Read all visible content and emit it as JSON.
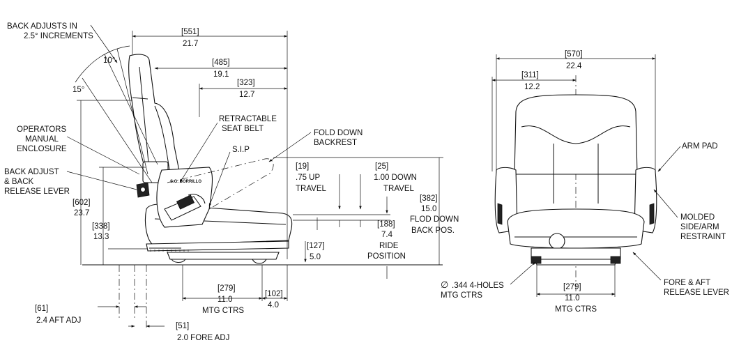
{
  "side_view": {
    "back_adjusts": [
      "BACK ADJUSTS IN",
      "2.5° INCREMENTS"
    ],
    "angle_10": "10°",
    "angle_15": "15°",
    "dim_overall_depth": [
      "[551]",
      "21.7"
    ],
    "dim_back_depth": [
      "[485]",
      "19.1"
    ],
    "dim_seat_depth": [
      "[323]",
      "12.7"
    ],
    "retractable_belt": [
      "RETRACTABLE",
      "SEAT BELT"
    ],
    "sip": "S.I.P",
    "fold_down_backrest": [
      "FOLD DOWN",
      "BACKREST"
    ],
    "operators_manual": [
      "OPERATORS",
      "MANUAL",
      "ENCLOSURE"
    ],
    "back_adjust_lever": [
      "BACK ADJUST",
      "& BACK",
      "RELEASE LEVER"
    ],
    "dim_overall_height": [
      "[602]",
      "23.7"
    ],
    "dim_hip_height": [
      "[338]",
      "13.3"
    ],
    "up_travel": [
      "[19]",
      ".75 UP",
      "TRAVEL"
    ],
    "down_travel": [
      "[25]",
      "1.00 DOWN",
      "TRAVEL"
    ],
    "flod_down": [
      "[382]",
      "15.0",
      "FLOD DOWN",
      "BACK POS."
    ],
    "ride_position": [
      "[188]",
      "7.4",
      "RIDE",
      "POSITION"
    ],
    "dim_base_height": [
      "[127]",
      "5.0"
    ],
    "mtg_ctrs": [
      "[279]",
      "11.0",
      "MTG CTRS"
    ],
    "dim_front": [
      "[102]",
      "4.0"
    ],
    "aft_adj": [
      "[61]",
      "2.4 AFT ADJ"
    ],
    "fore_adj": [
      "[51]",
      "2.0 FORE ADJ"
    ]
  },
  "front_view": {
    "dim_overall_width": [
      "[570]",
      "22.4"
    ],
    "dim_half_width": [
      "[311]",
      "12.2"
    ],
    "arm_pad": "ARM PAD",
    "molded_restraint": [
      "MOLDED",
      "SIDE/ARM",
      "RESTRAINT"
    ],
    "holes": [
      ".344 4-HOLES",
      "MTG CTRS"
    ],
    "diameter_symbol": "∅",
    "fore_aft_lever": [
      "FORE & AFT",
      "RELEASE LEVER"
    ],
    "mtg_ctrs": [
      "[279]",
      "11.0",
      "MTG CTRS"
    ]
  }
}
